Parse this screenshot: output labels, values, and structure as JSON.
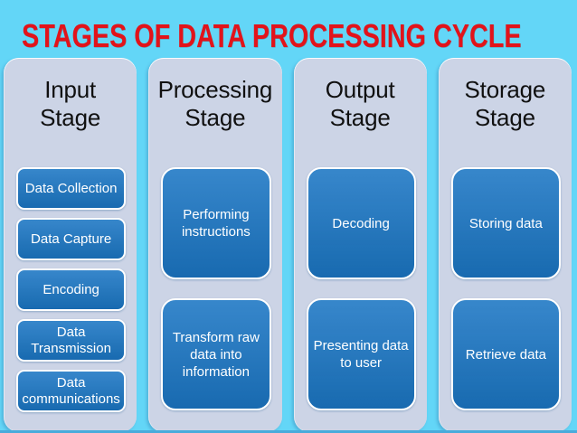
{
  "title": "STAGES OF DATA PROCESSING CYCLE",
  "colors": {
    "background": "#63d6f7",
    "panel": "#ccd4e6",
    "box_blue": "#1b76c4",
    "box_border": "#ffffff",
    "box_text": "#ffffff",
    "title_red": "#e2131a"
  },
  "columns": [
    {
      "heading": [
        "Input",
        "Stage"
      ],
      "boxes": [
        "Data Collection",
        "Data Capture",
        "Encoding",
        "Data Transmission",
        "Data communications"
      ]
    },
    {
      "heading": [
        "Processing",
        "Stage"
      ],
      "boxes": [
        "Performing instructions",
        "Transform raw data into information"
      ]
    },
    {
      "heading": [
        "Output",
        "Stage"
      ],
      "boxes": [
        "Decoding",
        "Presenting data to user"
      ]
    },
    {
      "heading": [
        "Storage",
        "Stage"
      ],
      "boxes": [
        "Storing data",
        "Retrieve data"
      ]
    }
  ]
}
